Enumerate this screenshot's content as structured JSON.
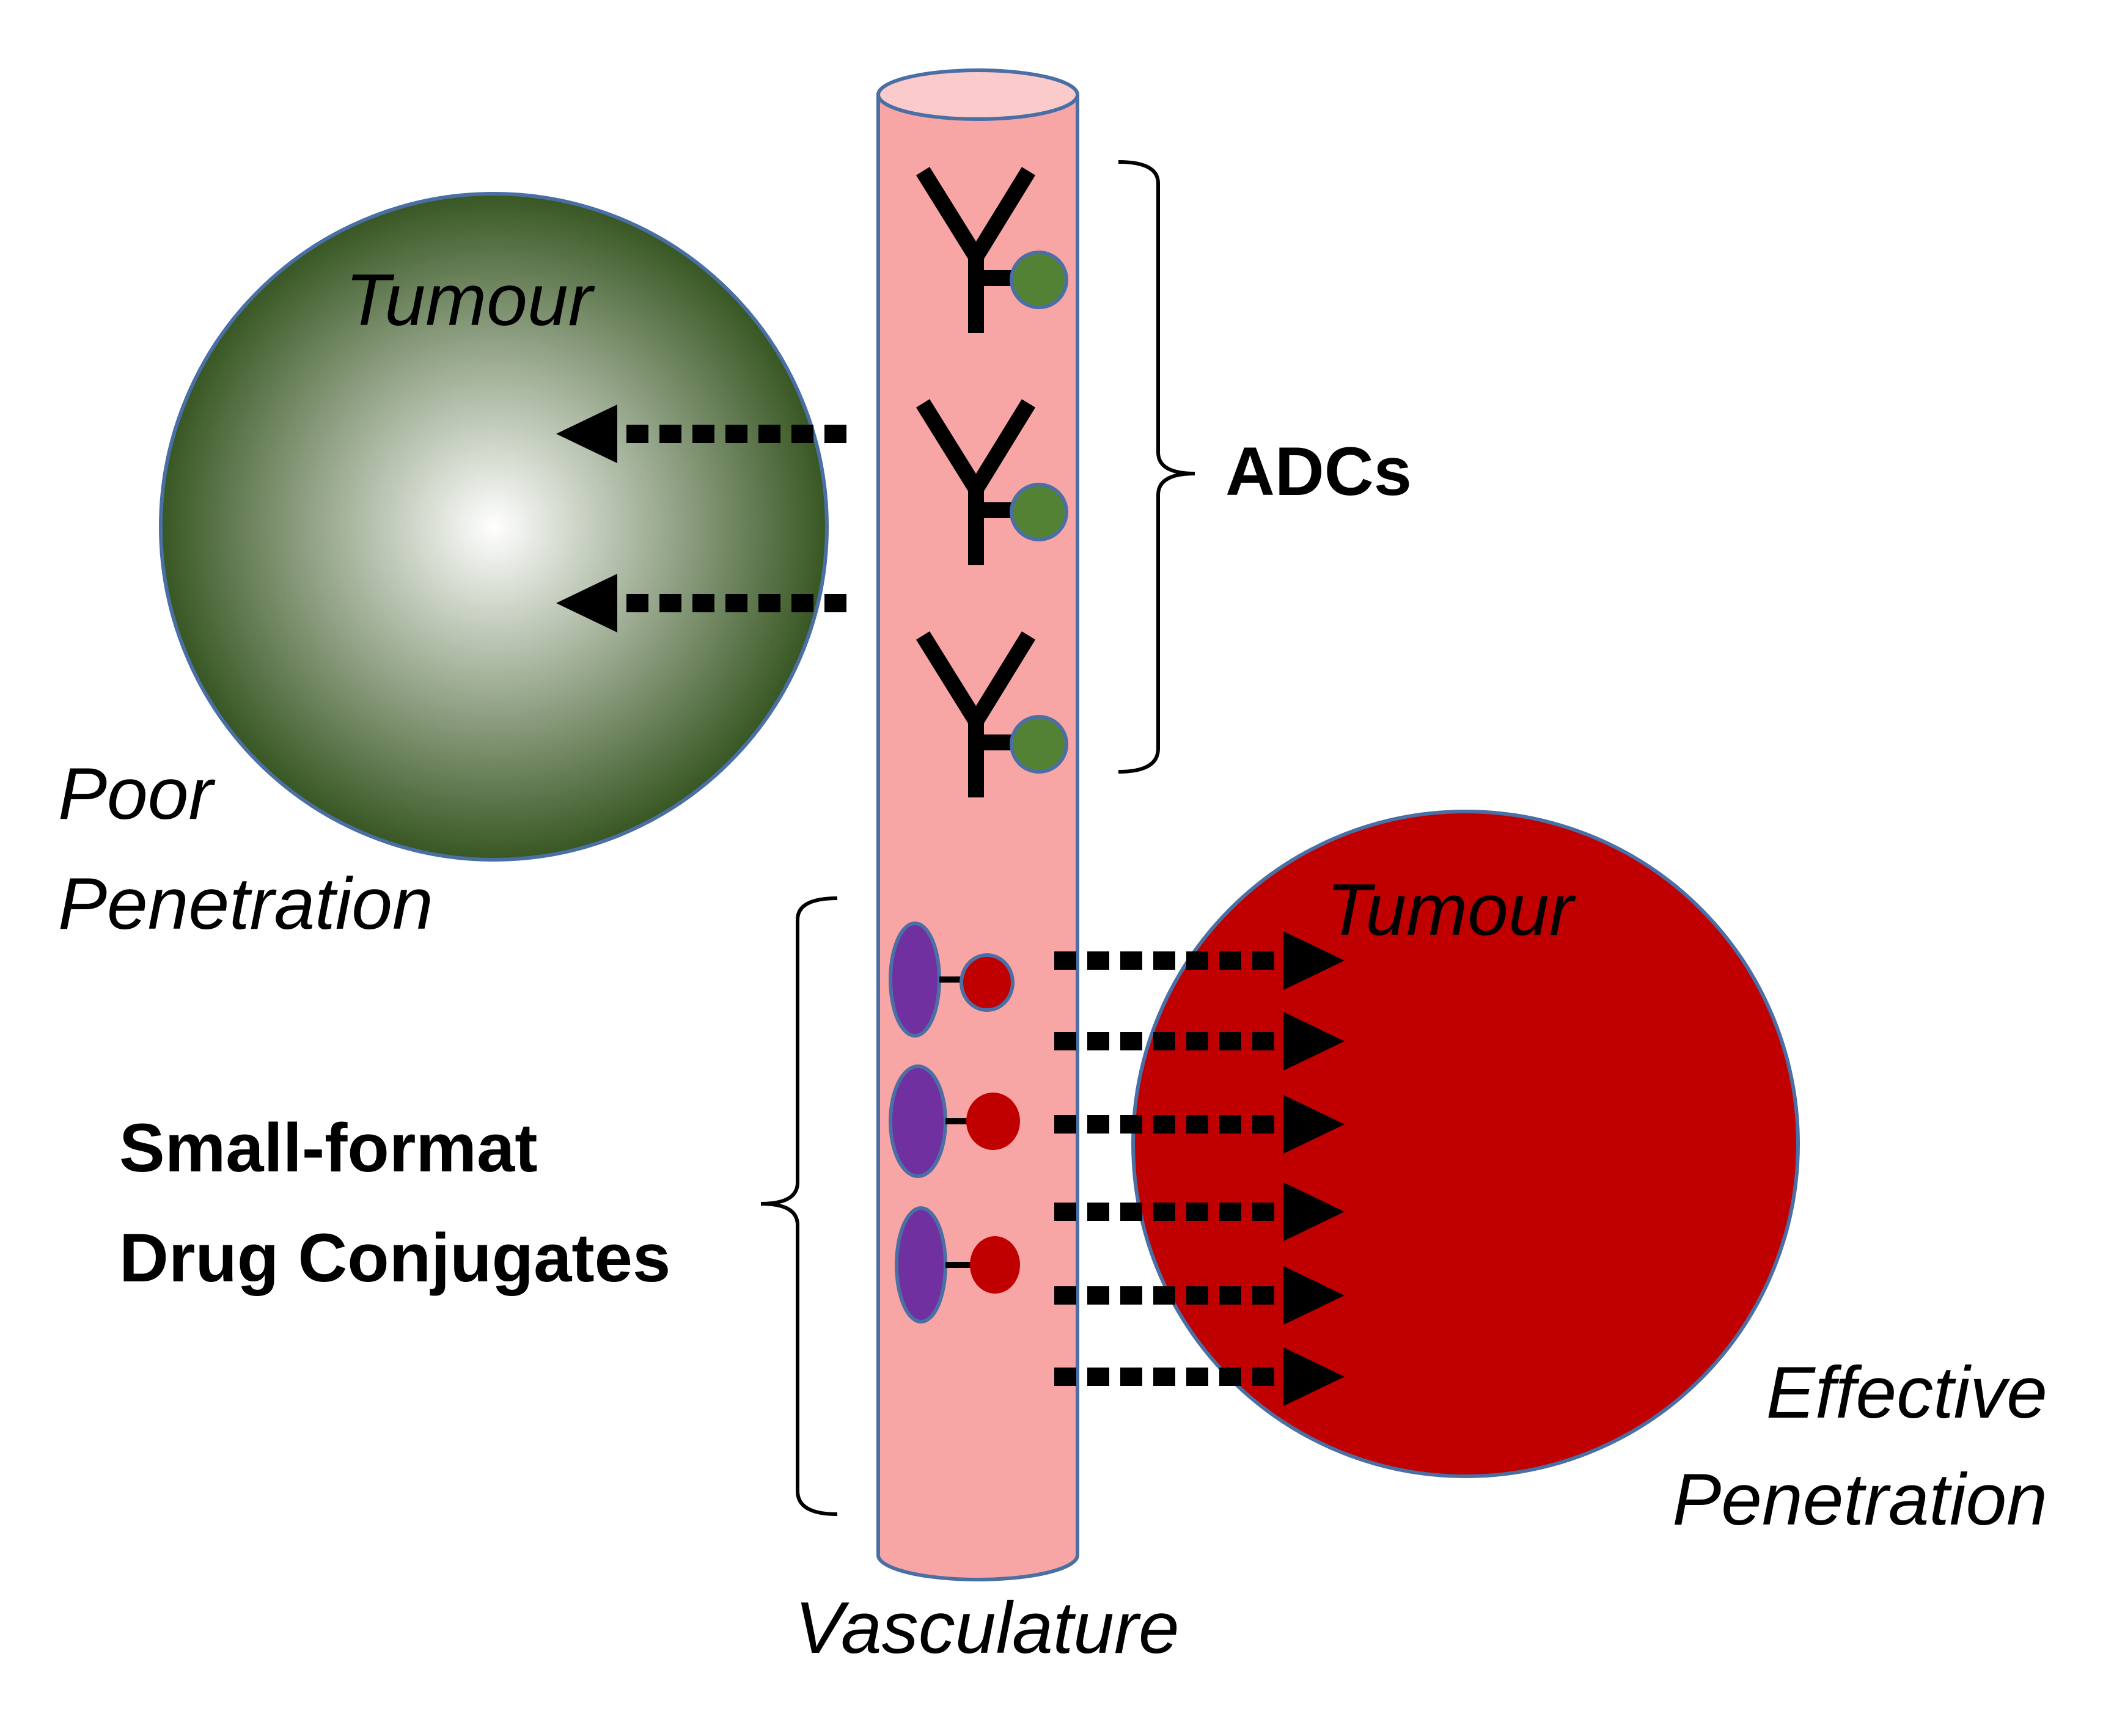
{
  "labels": {
    "tumour_top": "Tumour",
    "tumour_bottom": "Tumour",
    "adcs": "ADCs",
    "poor_line1": "Poor",
    "poor_line2": "Penetration",
    "small_line1": "Small-format",
    "small_line2": "Drug Conjugates",
    "effective_line1": "Effective",
    "effective_line2": "Penetration",
    "vasculature": "Vasculature"
  },
  "colors": {
    "vessel_fill": "#f8a5a5",
    "vessel_top": "#fbcaca",
    "outline": "#4a6fa5",
    "tumour_green_center": "#ffffff",
    "tumour_green_edge": "#385723",
    "payload_green": "#548235",
    "tumour_red": "#c00000",
    "payload_red": "#c00000",
    "carrier_purple": "#7030a0",
    "arrow": "#000000"
  }
}
